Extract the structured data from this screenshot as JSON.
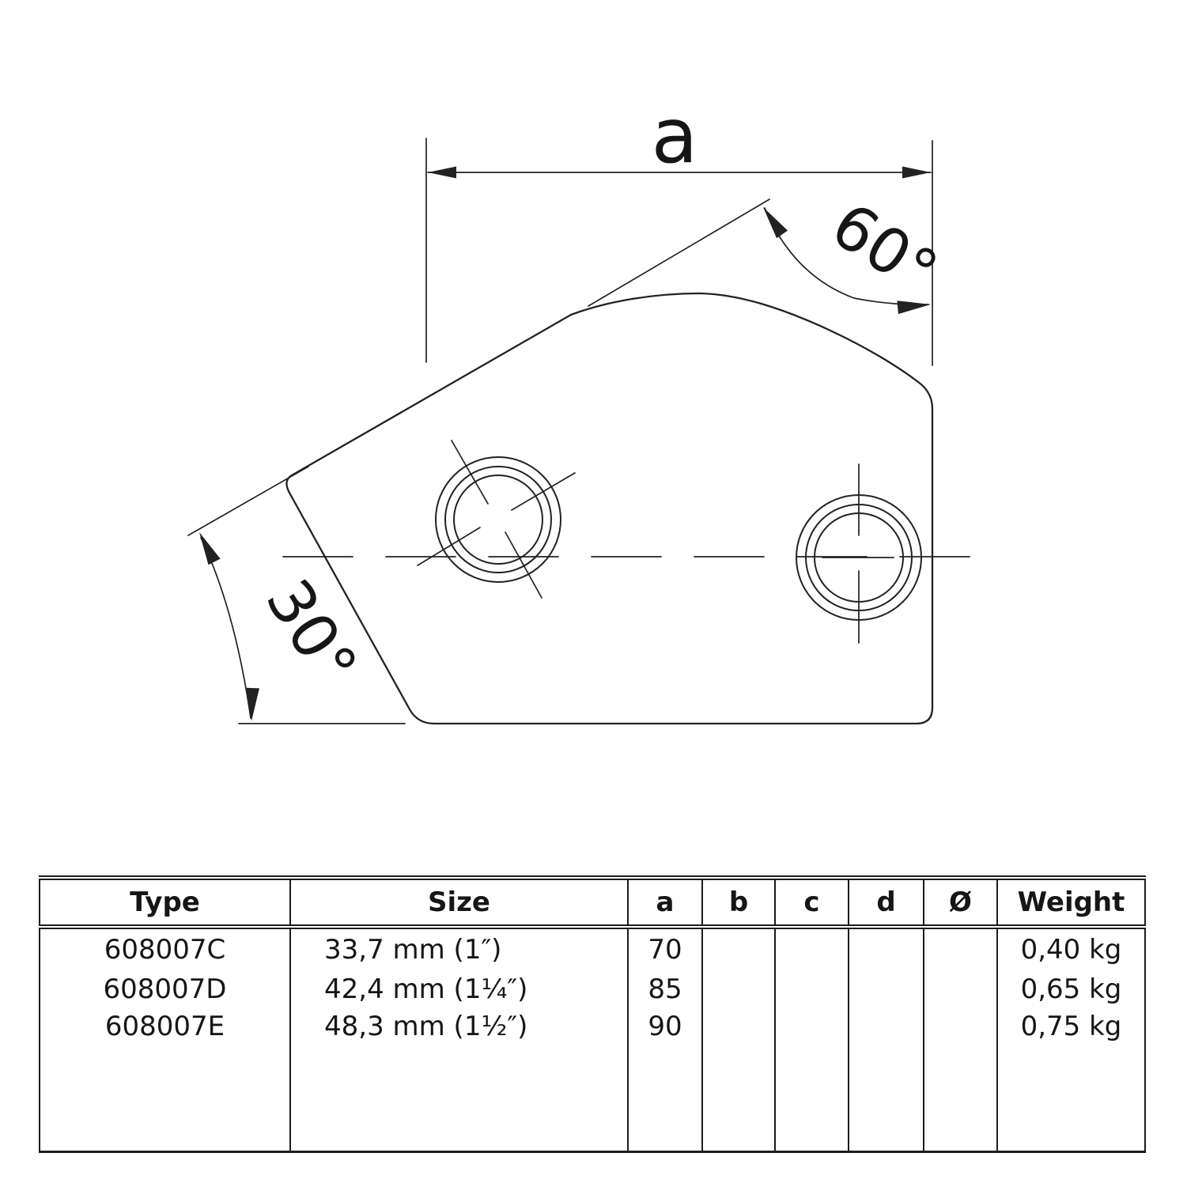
{
  "drawing": {
    "dim_a_label": "a",
    "angle_top_label": "60°",
    "angle_left_label": "30°",
    "line_color": "#222222",
    "text_color": "#161616"
  },
  "table": {
    "headers": {
      "type": "Type",
      "size": "Size",
      "a": "a",
      "b": "b",
      "c": "c",
      "d": "d",
      "dia": "Ø",
      "weight": "Weight"
    },
    "rows": [
      {
        "type": "608007C",
        "size": "33,7 mm (1″)",
        "a": "70",
        "b": "",
        "c": "",
        "d": "",
        "dia": "",
        "weight": "0,40 kg"
      },
      {
        "type": "608007D",
        "size": "42,4 mm (1¼″)",
        "a": "85",
        "b": "",
        "c": "",
        "d": "",
        "dia": "",
        "weight": "0,65 kg"
      },
      {
        "type": "608007E",
        "size": "48,3 mm (1½″)",
        "a": "90",
        "b": "",
        "c": "",
        "d": "",
        "dia": "",
        "weight": "0,75 kg"
      }
    ]
  }
}
